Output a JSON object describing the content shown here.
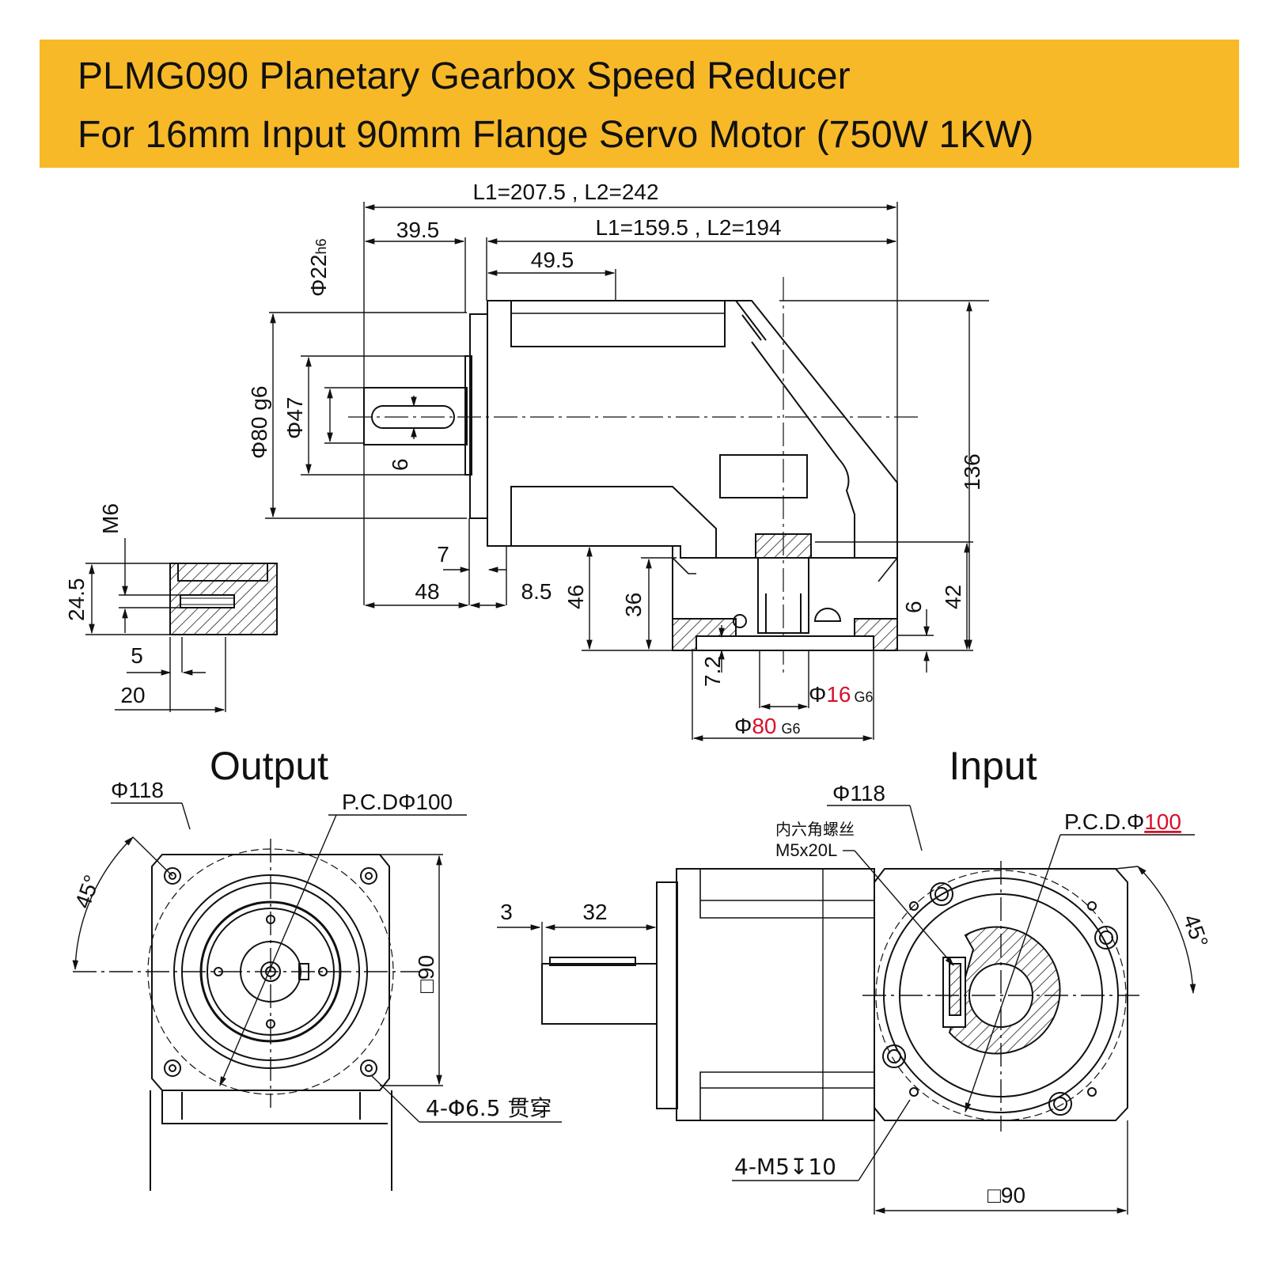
{
  "header": {
    "title_line1": "PLMG090  Planetary Gearbox Speed Reducer",
    "title_line2": "For 16mm Input  90mm Flange Servo Motor (750W 1KW)",
    "background_color": "#f7b928"
  },
  "side_view": {
    "overall_length": "L1=207.5 , L2=242",
    "body_length": "L1=159.5 , L2=194",
    "shaft_length": "39.5",
    "flange_length": "49.5",
    "shaft_dia": "Φ22",
    "shaft_tol": "h6",
    "pilot_dia": "Φ80 g6",
    "boss_dia": "Φ47",
    "key_width": "6",
    "dim_7": "7",
    "dim_48": "48",
    "dim_8_5": "8.5",
    "dim_46": "46",
    "dim_36": "36",
    "dim_6": "6",
    "dim_42": "42",
    "dim_136": "136",
    "dim_7_2": "7.2",
    "input_bore_prefix": "Φ",
    "input_bore_value": "16",
    "input_bore_tol": "G6",
    "input_pilot_prefix": "Φ",
    "input_pilot_value": "80",
    "input_pilot_tol": "G6"
  },
  "thread_detail": {
    "thread": "M6",
    "height": "24.5",
    "dim_5": "5",
    "dim_20": "20"
  },
  "output_view": {
    "title": "Output",
    "outer_dia": "Φ118",
    "pcd": "P.C.DΦ100",
    "angle": "45°",
    "square": "□90",
    "holes": "4-Φ6.5 贯穿"
  },
  "input_view": {
    "title": "Input",
    "outer_dia": "Φ118",
    "screw_cn": "内六角螺丝",
    "screw_size": "M5x20L",
    "pcd_prefix": "P.C.D.Φ",
    "pcd_value": "100",
    "angle": "45°",
    "dim_3": "3",
    "dim_32": "32",
    "holes": "4-M5↧10",
    "square": "□90"
  }
}
